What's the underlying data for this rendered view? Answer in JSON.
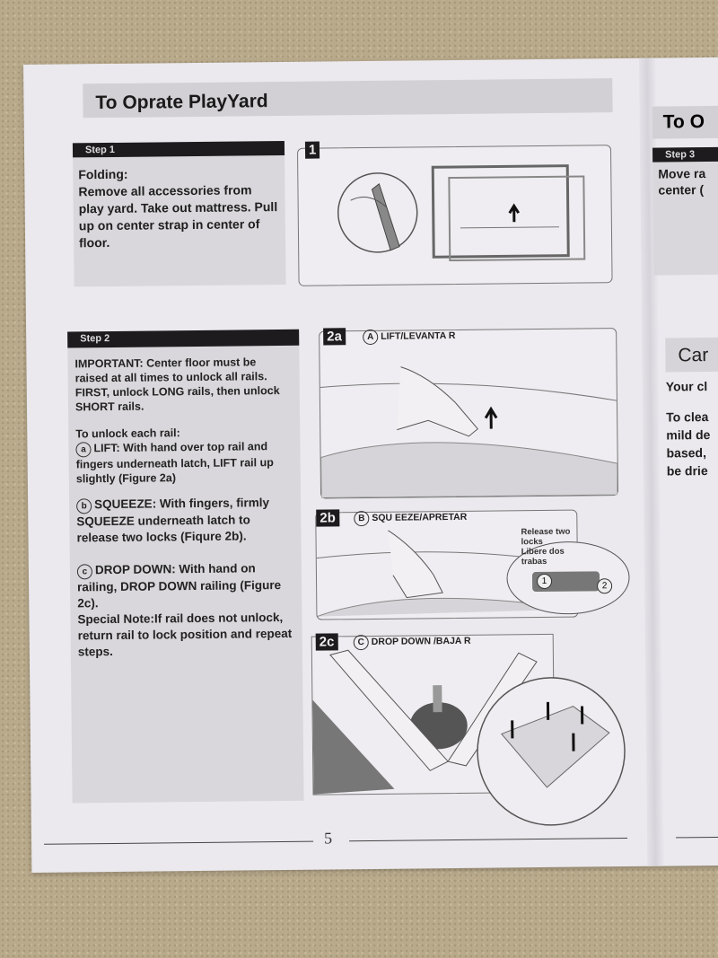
{
  "left_page": {
    "title": "To Oprate PlayYard",
    "step1": {
      "label": "Step  1",
      "heading": "Folding:",
      "text": "Remove all accessories from play yard. Take out mattress. Pull up on center strap in center of floor.",
      "figure_label": "1"
    },
    "step2": {
      "label": "Step  2",
      "important": "IMPORTANT: Center floor must be raised at all times to unlock all rails.",
      "first": "FIRST, unlock LONG rails, then unlock SHORT rails.",
      "unlock_heading": "To unlock each rail:",
      "lift": "LIFT: With hand over top rail and fingers underneath latch, LIFT rail up slightly (Figure 2a)",
      "squeeze": "SQUEEZE: With fingers, firmly SQUEEZE underneath latch to release two locks (Fiqure 2b).",
      "drop": "DROP DOWN: With hand on railing, DROP DOWN railing (Figure 2c).",
      "note": "Special Note:If rail does not unlock, return rail to lock position and repeat steps.",
      "marker_a": "a",
      "marker_b": "b",
      "marker_c": "c"
    },
    "figures": {
      "f2a": {
        "label": "2a",
        "marker": "A",
        "caption": "LIFT/LEVANTA R"
      },
      "f2b": {
        "label": "2b",
        "marker": "B",
        "caption": "SQU EEZE/APRETAR",
        "callout1": "Release  two locks",
        "callout2": "Libere  dos trabas",
        "lock1": "1",
        "lock2": "2"
      },
      "f2c": {
        "label": "2c",
        "marker": "C",
        "caption": "DROP DOWN /BAJA R"
      }
    },
    "page_number": "5"
  },
  "right_page": {
    "title": "To O",
    "step3_label": "Step  3",
    "step3_text_1": "Move ra",
    "step3_text_2": "center (",
    "care_title": "Car",
    "care_1": "Your cl",
    "care_2": "To clea",
    "care_3": "mild de",
    "care_4": "based,",
    "care_5": "be drie"
  }
}
